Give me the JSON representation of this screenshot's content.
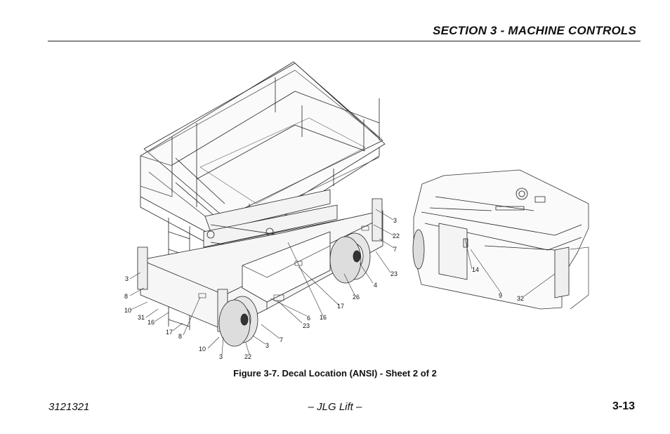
{
  "header": {
    "section_title": "SECTION 3 - MACHINE CONTROLS"
  },
  "figure": {
    "caption": "Figure 3-7. Decal Location (ANSI) - Sheet 2 of 2",
    "callouts": {
      "c3_left": "3",
      "c8_left": "8",
      "c10_left": "10",
      "c31": "31",
      "c16_left": "16",
      "c17_left": "17",
      "c8_low": "8",
      "c10_low": "10",
      "c3_low": "3",
      "c22_low": "22",
      "c3_wheel": "3",
      "c7_wheel": "7",
      "c23_mid": "23",
      "c6": "6",
      "c16_mid": "16",
      "c17_mid": "17",
      "c26": "26",
      "c4": "4",
      "c23_right": "23",
      "c7_right": "7",
      "c22_right": "22",
      "c3_right": "3",
      "c14": "14",
      "c9": "9",
      "c32": "32"
    }
  },
  "footer": {
    "doc_number": "3121321",
    "publisher": "– JLG Lift –",
    "page_number": "3-13"
  }
}
